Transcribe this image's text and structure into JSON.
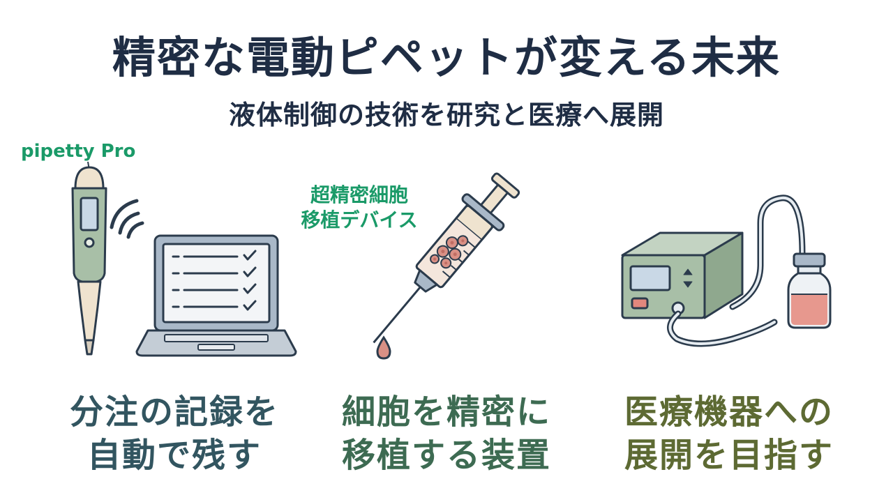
{
  "header": {
    "title": "精密な電動ピペットが変える未来",
    "subtitle": "液体制御の技術を研究と医療へ展開"
  },
  "panels": [
    {
      "id": "record",
      "device_label": "pipetty Pro",
      "caption_line1": "分注の記録を",
      "caption_line2": "自動で残す",
      "icons": [
        "pipette-icon",
        "wireless-signal-icon",
        "laptop-checklist-icon"
      ]
    },
    {
      "id": "transplant",
      "device_label_line1": "超精密細胞",
      "device_label_line2": "移植デバイス",
      "caption_line1": "細胞を精密に",
      "caption_line2": "移植する装置",
      "icons": [
        "syringe-with-cells-icon",
        "droplet-icon"
      ]
    },
    {
      "id": "medical",
      "caption_line1": "医療機器への",
      "caption_line2": "展開を目指す",
      "icons": [
        "medical-pump-device-icon",
        "vial-icon"
      ]
    }
  ],
  "colors": {
    "title": "#1f2d44",
    "accent_green": "#1a9a68",
    "caption_1": "#325560",
    "caption_2": "#3d6b52",
    "caption_3": "#5d6a33",
    "device_sage": "#a8bfa7",
    "outline": "#2b3b4c"
  }
}
